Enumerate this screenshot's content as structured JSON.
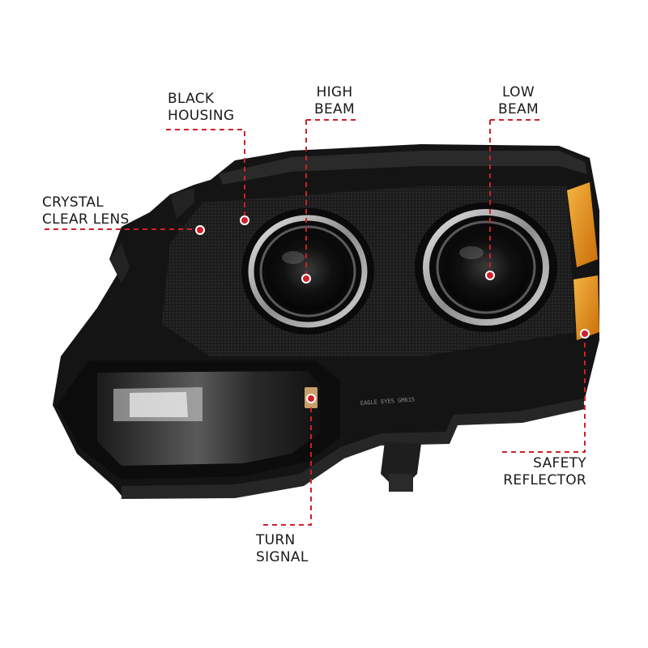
{
  "callouts": {
    "black_housing": {
      "line1": "BLACK",
      "line2": "HOUSING"
    },
    "high_beam": {
      "line1": "HIGH",
      "line2": "BEAM"
    },
    "low_beam": {
      "line1": "LOW",
      "line2": "BEAM"
    },
    "crystal_clear_lens": {
      "line1": "CRYSTAL",
      "line2": "CLEAR LENS"
    },
    "safety_reflector": {
      "line1": "SAFETY",
      "line2": "REFLECTOR"
    },
    "turn_signal": {
      "line1": "TURN",
      "line2": "SIGNAL"
    }
  },
  "housing_marking": "EAGLE EYES GM615",
  "colors": {
    "accent": "#d0202a",
    "housing": "#141414",
    "amber": "#e8951c",
    "label": "#1a1a1a"
  }
}
